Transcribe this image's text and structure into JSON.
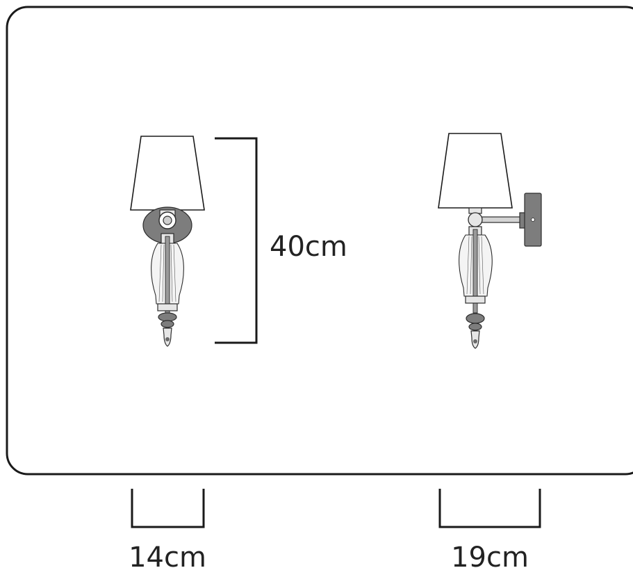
{
  "dimensions": {
    "height": "40cm",
    "width_front": "14cm",
    "depth_side": "19cm"
  },
  "colors": {
    "line": "#1a1a1a",
    "metal": "#7d7d7d",
    "background": "#ffffff"
  },
  "icons": {
    "front_view": "wall-lamp-front-icon",
    "side_view": "wall-lamp-side-icon"
  }
}
